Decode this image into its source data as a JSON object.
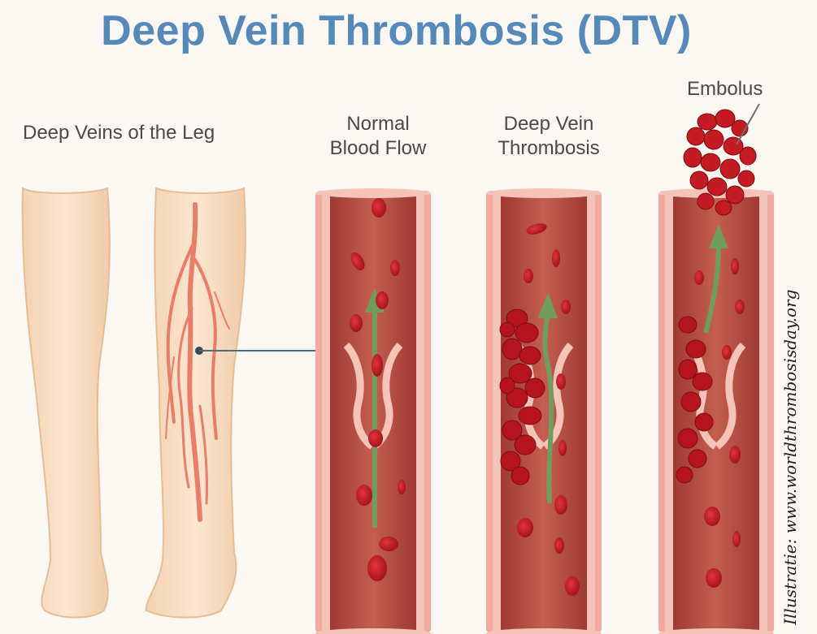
{
  "title": "Deep Vein Thrombosis (DTV)",
  "labels": {
    "deep_veins": "Deep Veins of the Leg",
    "normal_line1": "Normal",
    "normal_line2": "Blood Flow",
    "dvt_line1": "Deep Vein",
    "dvt_line2": "Thrombosis",
    "embolus": "Embolus"
  },
  "credit": "Illustratie: www.worldthrombosisday.org",
  "colors": {
    "title": "#5589b9",
    "skin": "#f6dcc0",
    "vein_wall": "#f2a9a0",
    "vessel_interior": "#b74c42",
    "blood_cell": "#c9202a",
    "clot": "#b5141e",
    "flow_arrow": "#6f9d5f",
    "pointer_line": "#4d6d85"
  }
}
